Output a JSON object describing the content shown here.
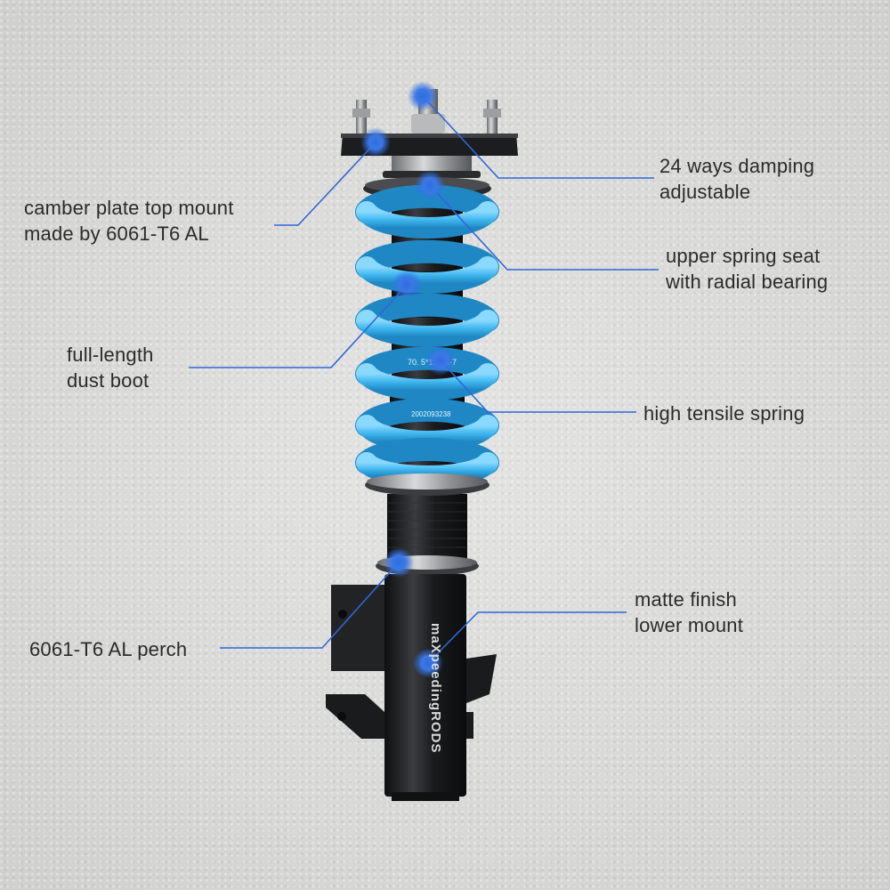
{
  "callouts": {
    "damping": [
      "24 ways damping",
      "adjustable"
    ],
    "camber": [
      "camber plate top mount",
      "made by 6061-T6 AL"
    ],
    "upper_seat": [
      "upper spring seat",
      "with radial bearing"
    ],
    "dust_boot": [
      "full-length",
      "dust boot"
    ],
    "spring": [
      "high tensile spring"
    ],
    "perch": [
      "6061-T6 AL perch"
    ],
    "lower_mount": [
      "matte finish",
      "lower mount"
    ]
  },
  "product": {
    "brand_mark": "maXpeedingRODS",
    "spring_print_1": "70. 5*12.5K-7",
    "spring_print_2": "2002093238"
  },
  "colors": {
    "callout_line": "#2f67d8",
    "hotspot": "#2f6de0",
    "spring": "#3fb7ee",
    "body": "#1d1e20",
    "text": "#2b2b2b"
  }
}
